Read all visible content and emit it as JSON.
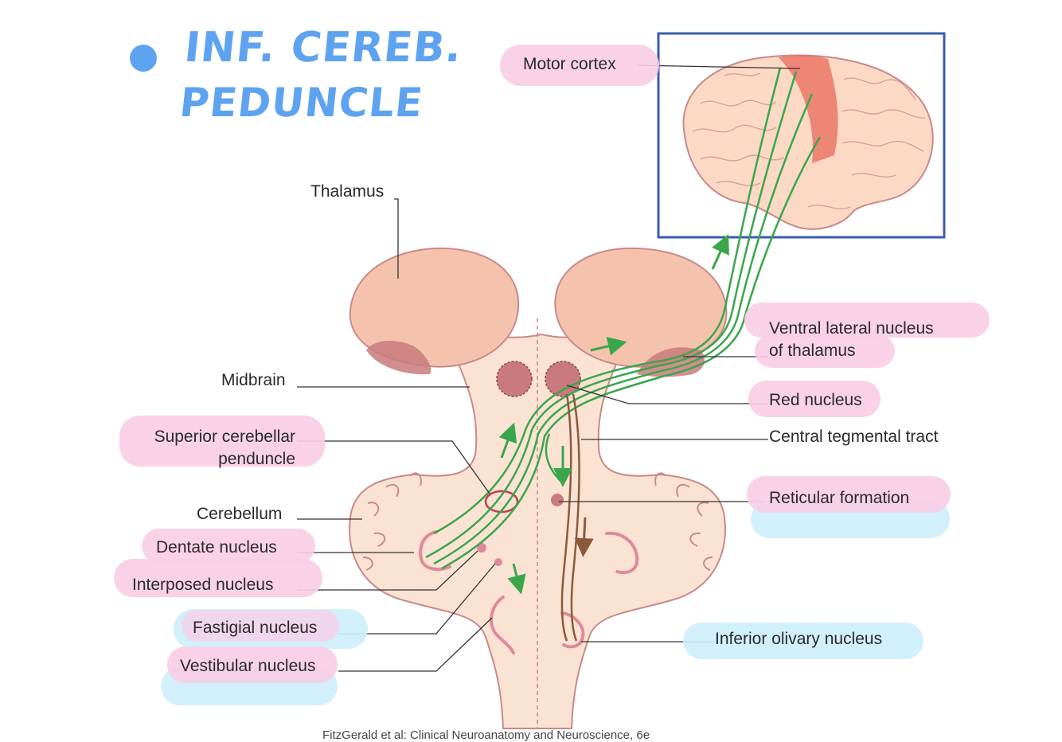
{
  "heading": {
    "line1": "INF. CEREB.",
    "line2": "PEDUNCLE"
  },
  "labels": {
    "motor_cortex": "Motor cortex",
    "thalamus": "Thalamus",
    "midbrain": "Midbrain",
    "superior_cerebellar_1": "Superior cerebellar",
    "superior_cerebellar_2": "penduncle",
    "cerebellum": "Cerebellum",
    "dentate_nucleus": "Dentate nucleus",
    "interposed_nucleus": "Interposed nucleus",
    "fastigial_nucleus": "Fastigial nucleus",
    "vestibular_nucleus": "Vestibular nucleus",
    "ventral_lateral_1": "Ventral lateral nucleus",
    "ventral_lateral_2": "of thalamus",
    "red_nucleus": "Red nucleus",
    "central_tegmental": "Central tegmental tract",
    "reticular_formation": "Reticular formation",
    "inferior_olivary": "Inferior olivary nucleus"
  },
  "credit": "FitzGerald et al: Clinical Neuroanatomy and Neuroscience, 6e",
  "colors": {
    "tissue": "#fbe3d4",
    "tissue_outline": "#c88a8a",
    "thalamus": "#f5c3ad",
    "nucleus": "#c97a7e",
    "pathway": "#3aa64a",
    "tegmental": "#8b5a3c",
    "cortex_strip": "#e8695a",
    "frame": "#3a5cab",
    "highlight_pink": "#f8cde6",
    "highlight_blue": "#cdeefb",
    "handwriting": "#5ea3f0"
  }
}
